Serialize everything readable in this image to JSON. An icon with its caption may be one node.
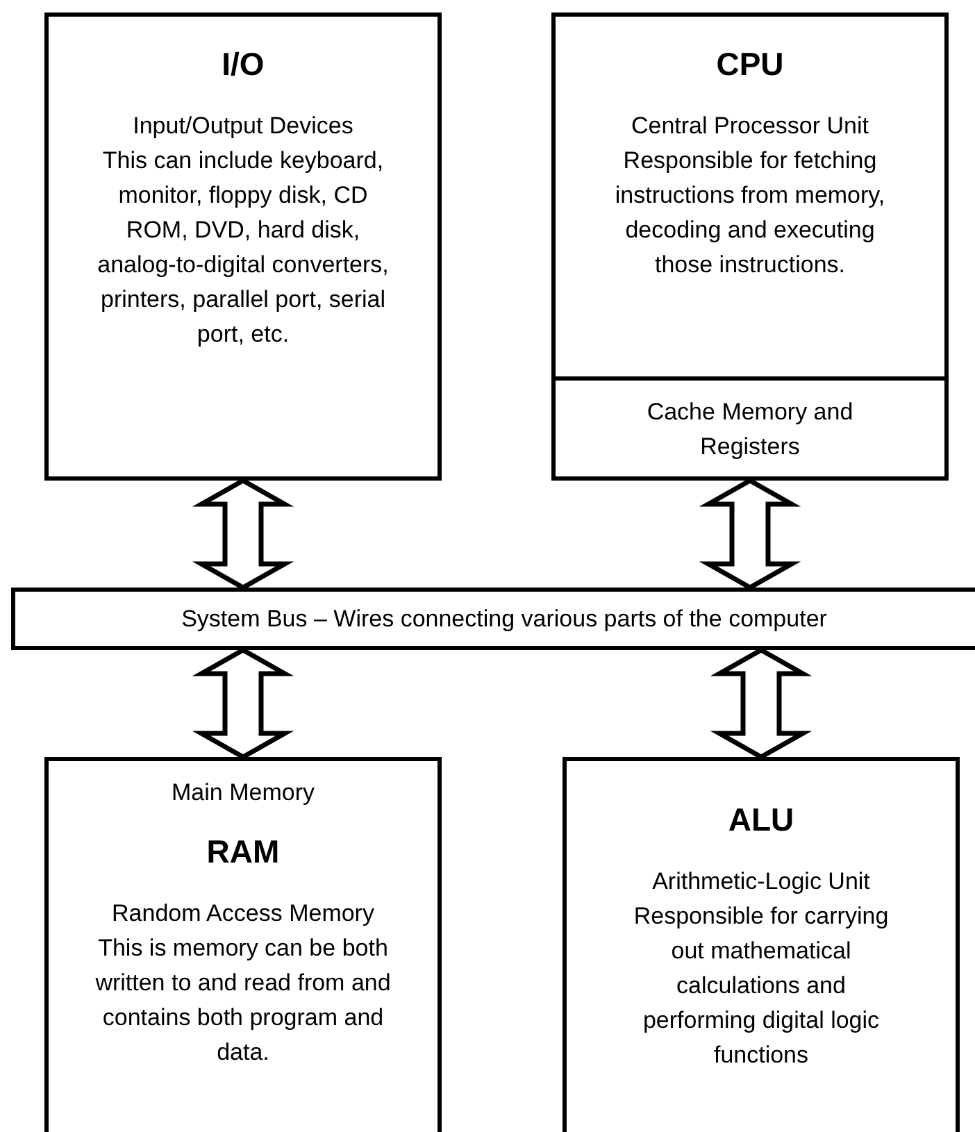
{
  "diagram": {
    "nodes": [
      {
        "text": [
          "I/O",
          "Input/Output Devices",
          "This can include keyboard, monitor, floppy disk, CD ROM, DVD, hard disk, analog-to-digital converters, printers, parallel port, serial port, etc."
        ]
      },
      {
        "text": [
          "CPU",
          "Central Processor Unit",
          "Responsible for fetching instructions from memory, decoding and executing those instructions."
        ]
      },
      {
        "text": [
          "Cache Memory and Registers"
        ],
        "in": 1
      },
      {
        "text": [
          "System Bus – Wires connecting various parts of the computer"
        ]
      },
      {
        "text": [
          "Main Memory",
          "RAM",
          "Random Access Memory",
          "This is memory can be both written to and read from and contains both program and data."
        ]
      },
      {
        "text": [
          "ALU",
          "Arithmetic-Logic Unit",
          "Responsible for carrying out mathematical calculations and performing digital logic functions"
        ]
      }
    ],
    "edges": [
      {
        "from": 0,
        "to": 3,
        "arrow": "both"
      },
      {
        "from": 2,
        "to": 3,
        "arrow": "both"
      },
      {
        "from": 3,
        "to": 4,
        "arrow": "both"
      },
      {
        "from": 3,
        "to": 5,
        "arrow": "both"
      }
    ]
  }
}
